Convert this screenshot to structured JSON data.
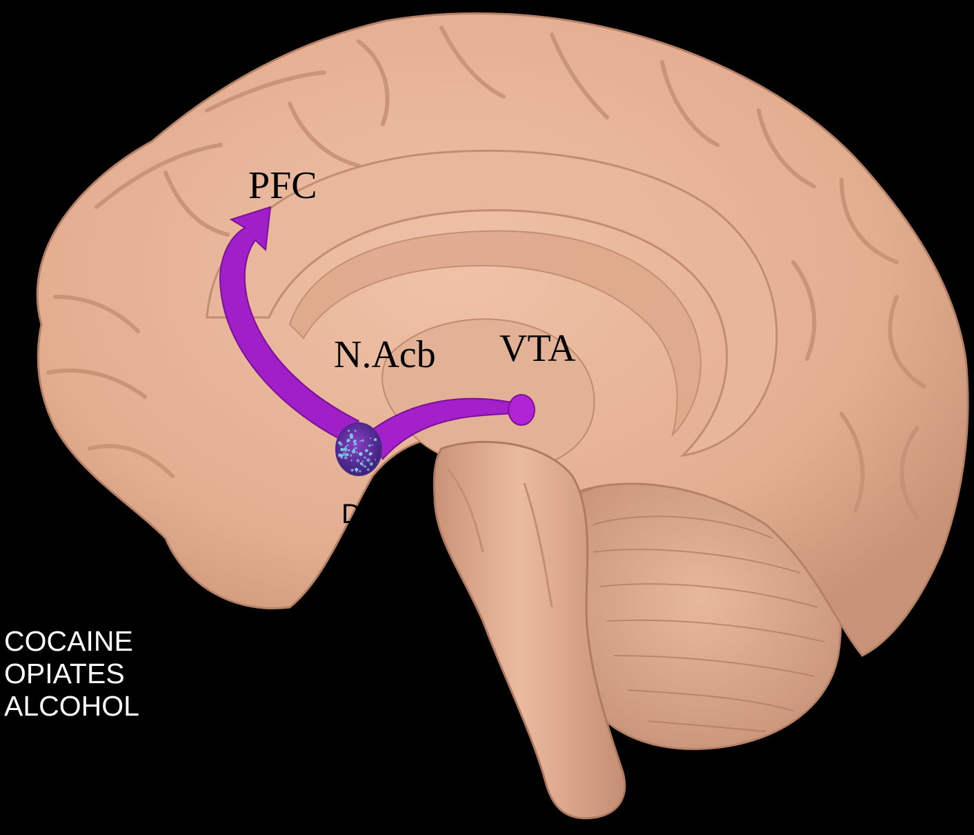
{
  "colors": {
    "background": "#000000",
    "brain": "#e6b397",
    "brain_shadow": "#c9937a",
    "brain_highlight": "#f0c5aa",
    "pathway": "#a020c8",
    "pathway_dark": "#7a1196",
    "nucleus_speckle": "#7fd3e8",
    "drug_text": "#ffffff"
  },
  "labels": {
    "pfc": "PFC",
    "nacb": "N.Acb",
    "vta": "VTA",
    "da": "DA"
  },
  "drugs": [
    "COCAINE",
    "OPIATES",
    "ALCOHOL"
  ]
}
